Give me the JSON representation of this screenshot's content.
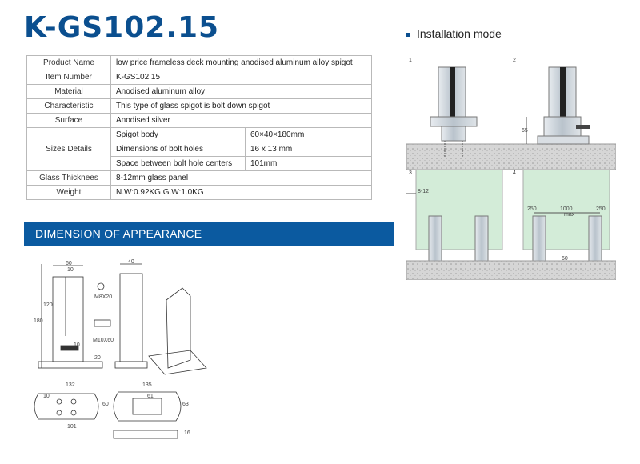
{
  "title": "K-GS102.15",
  "spec_table": {
    "product_name": {
      "label": "Product Name",
      "value": "low price frameless deck mounting anodised   aluminum alloy spigot"
    },
    "item_number": {
      "label": "Item Number",
      "value": "K-GS102.15"
    },
    "material": {
      "label": "Material",
      "value": "Anodised aluminum alloy"
    },
    "characteristic": {
      "label": "Characteristic",
      "value": "This type of glass spigot is bolt down spigot"
    },
    "surface": {
      "label": "Surface",
      "value": "Anodised silver"
    },
    "sizes": {
      "label": "Sizes Details",
      "rows": [
        {
          "name": "Spigot body",
          "value": "60×40×180mm"
        },
        {
          "name": "Dimensions of bolt holes",
          "value": "16 x 13 mm"
        },
        {
          "name": "Space between bolt hole centers",
          "value": "101mm"
        }
      ]
    },
    "glass_thickness": {
      "label": "Glass Thicknees",
      "value": "8-12mm glass panel"
    },
    "weight": {
      "label": "Weight",
      "value": "N.W:0.92KG,G.W:1.0KG"
    }
  },
  "section_band": "DIMENSION OF APPEARANCE",
  "installation": {
    "heading": "Installation mode",
    "step_numbers": [
      "1",
      "2",
      "3",
      "4"
    ],
    "dims": {
      "d65": "65",
      "d812": "8-12",
      "d250a": "250",
      "d1000": "1000",
      "d250b": "250",
      "max": "max",
      "d60": "60"
    }
  },
  "dimension_drawing": {
    "d60": "60",
    "d10": "10",
    "d120": "120",
    "d180": "180",
    "m8": "M8X20",
    "m10": "M10X60",
    "d40": "40",
    "d10b": "10",
    "d20": "20",
    "d132": "132",
    "d10c": "10",
    "d60b": "60",
    "d101": "101",
    "d135": "135",
    "d61": "61",
    "d63": "63",
    "d16": "16"
  },
  "colors": {
    "brand_blue": "#0b4f8f",
    "band_blue": "#0b5aa0"
  }
}
